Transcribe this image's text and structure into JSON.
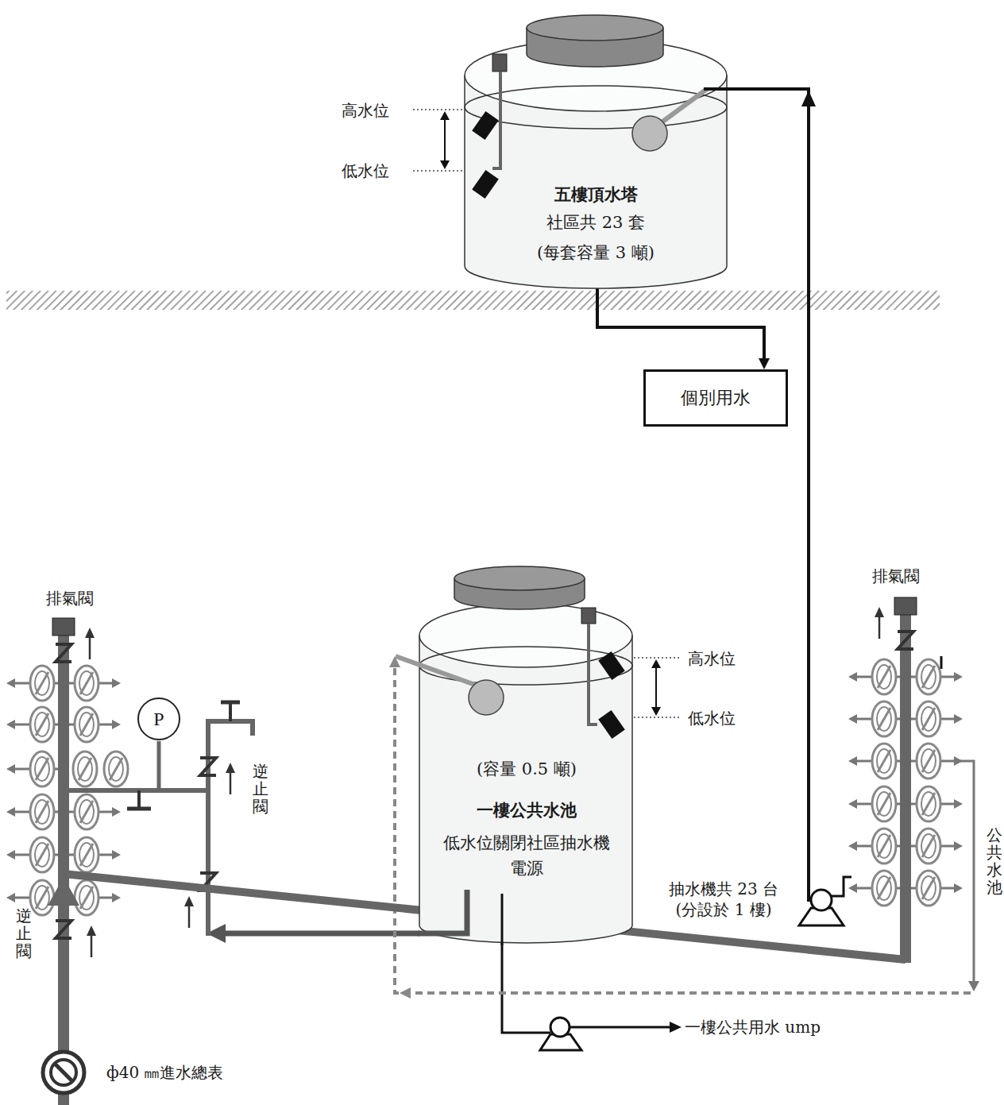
{
  "diagram": {
    "nodes": [
      {
        "text": [
          "五樓頂水塔",
          "社區共 23 套",
          "(每套容量 3 噸)"
        ]
      },
      {
        "text": [
          "個別用水"
        ]
      },
      {
        "text": [
          "(容量 0.5 噸)",
          "一樓公共水池",
          "低水位關閉社區抽水機電源"
        ]
      },
      {
        "text": [
          "P"
        ]
      }
    ],
    "edges": [
      {
        "from": 0,
        "to": 1,
        "arrow": "to"
      }
    ],
    "labels": [
      "高水位",
      "低水位",
      "排氣閥",
      "逆止閥",
      "高水位",
      "低水位",
      "排氣閥",
      "抽水機共 23 台 (分設於 1 樓)",
      "公共水池",
      "逆止閥",
      "一樓公共用水 ump",
      "ф40 ㎜進水總表"
    ]
  }
}
